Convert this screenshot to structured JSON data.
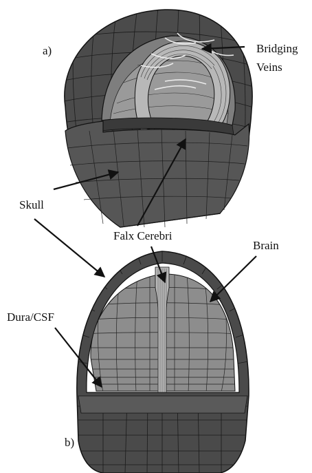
{
  "figure": {
    "panel_a_label": "a)",
    "panel_b_label": "b)",
    "labels": {
      "bridging_veins_line1": "Bridging",
      "bridging_veins_line2": "Veins",
      "skull": "Skull",
      "falx_cerebri": "Falx Cerebri",
      "brain": "Brain",
      "dura_csf": "Dura/CSF"
    }
  },
  "colors": {
    "skull": "#4a4a4a",
    "brain": "#8c8c8c",
    "dura_csf": "#ffffff",
    "falx": "#b5b5b5",
    "mesh_line": "#1a1a1a",
    "veins": "#e8e8e8"
  }
}
